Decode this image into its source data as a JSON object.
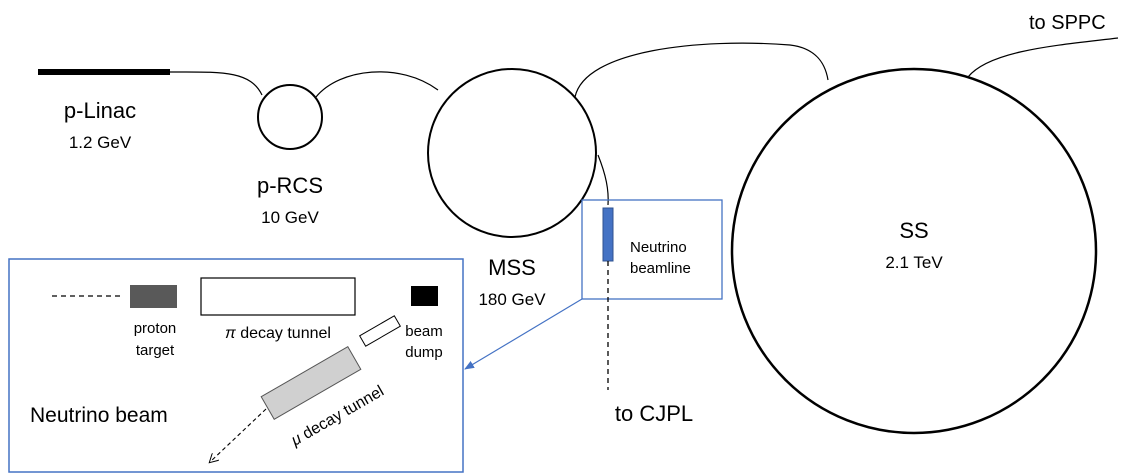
{
  "colors": {
    "inset_frame": "#4472C4",
    "beamline_bar": "#4472C4",
    "proton_target": "#595959",
    "muon_tunnel": "#D0D0D0",
    "beam_dump": "#000000"
  },
  "labels": {
    "linac_name": "p-Linac",
    "linac_energy": "1.2 GeV",
    "rcs_name": "p-RCS",
    "rcs_energy": "10 GeV",
    "mss_name": "MSS",
    "mss_energy": "180 GeV",
    "ss_name": "SS",
    "ss_energy": "2.1 TeV",
    "to_sppc": "to SPPC",
    "to_cjpl": "to CJPL",
    "neutrino_beamline_line1": "Neutrino",
    "neutrino_beamline_line2": "beamline"
  },
  "inset": {
    "title": "Neutrino beam",
    "proton_target_line1": "proton",
    "proton_target_line2": "target",
    "pi_symbol": "π",
    "pi_tunnel_text": " decay tunnel",
    "mu_symbol": "μ",
    "mu_tunnel_text": " decay tunnel",
    "beam_dump_line1": "beam",
    "beam_dump_line2": "dump"
  }
}
